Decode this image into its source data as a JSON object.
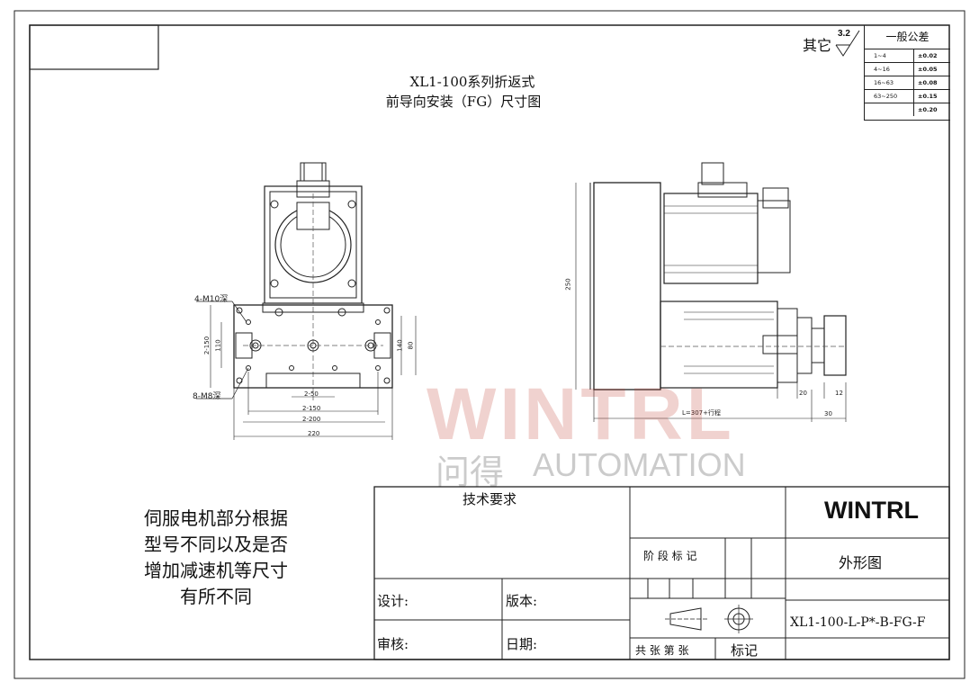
{
  "drawing": {
    "caption_line1": "XL1-100系列折返式",
    "caption_line2": "前导向安装（FG）尺寸图"
  },
  "roughness": {
    "prefix": "其它",
    "value": "3.2"
  },
  "tolerance": {
    "title": "一般公差",
    "rows": [
      {
        "range": "1~4",
        "tol": "±0.02"
      },
      {
        "range": "4~16",
        "tol": "±0.05"
      },
      {
        "range": "16~63",
        "tol": "±0.08"
      },
      {
        "range": "63~250",
        "tol": "±0.15"
      },
      {
        "range": "",
        "tol": "±0.20"
      }
    ]
  },
  "front_view": {
    "hole_label_top": "4-M10深",
    "hole_label_bottom": "8-M8深",
    "dims": {
      "d50": "2-50",
      "d150": "2-150",
      "d200": "2-200",
      "d220": "220",
      "left_outer": "2-150",
      "left_inner": "110",
      "right_inner": "140",
      "right_outer": "80"
    }
  },
  "side_view": {
    "dims": {
      "height": "250",
      "length": "L=307+行程",
      "d20": "20",
      "d12": "12",
      "d30": "30"
    }
  },
  "note": {
    "lines": [
      "伺服电机部分根据",
      "型号不同以及是否",
      "增加减速机等尺寸",
      "有所不同"
    ]
  },
  "watermark": {
    "brand": "WINTRL",
    "cn": "问得",
    "sub": "AUTOMATION"
  },
  "title_block": {
    "tech_req": "技术要求",
    "brand": "WINTRL",
    "stage_label": "阶 段 标 记",
    "drawing_name": "外形图",
    "design": "设计:",
    "version": "版本:",
    "review": "审核:",
    "date": "日期:",
    "sheets": "共 张 第 张",
    "mark": "标记",
    "part_no": "XL1-100-L-P*-B-FG-F"
  }
}
